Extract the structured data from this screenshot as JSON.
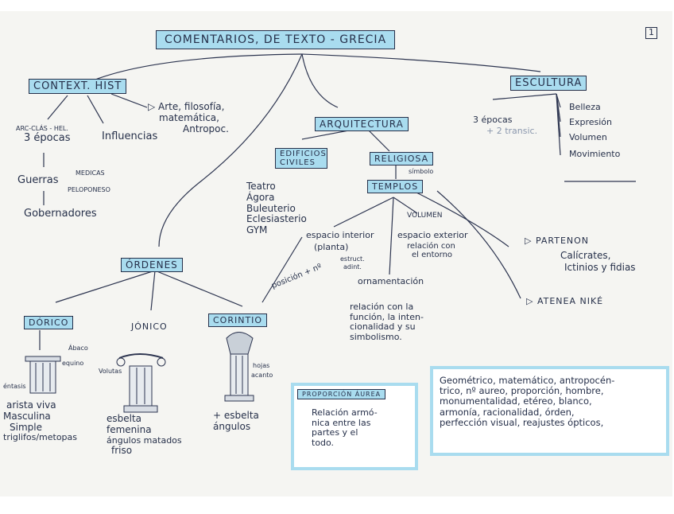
{
  "page_number": "1",
  "title": "COMENTARIOS, DE TEXTO - GRECIA",
  "context": {
    "label": "CONTEXT. HIST",
    "epochs_tag": "ARC-CLÁS - HEL.",
    "epochs": "3 épocas",
    "influences": "Influencias",
    "arts": "▷ Arte, filosofía,",
    "arts_2": "matemática,",
    "arts_3": "Antropoc.",
    "wars": "Guerras",
    "wars_medicas": "MEDICAS",
    "wars_peloponeso": "PELOPONESO",
    "rulers": "Gobernadores"
  },
  "architecture": {
    "label": "ARQUITECTURA",
    "civil": {
      "label": "EDIFICIOS CIVILES",
      "items": [
        "Teatro",
        "Ágora",
        "Buleuterio",
        "Eclesiasterio",
        "GYM"
      ]
    },
    "religious": {
      "label": "RELIGIOSA",
      "symbol": "símbolo",
      "temples": "TEMPLOS",
      "interior": "espacio interior",
      "plan": "(planta)",
      "structure": "estruct.",
      "structure_2": "adint.",
      "volume": "VOLUMEN",
      "exterior": "espacio exterior",
      "exterior_relation": "relación con",
      "exterior_relation_2": "el entorno",
      "ornament": "ornamentación",
      "ornament_text": [
        "relación con la",
        "función, la inten-",
        "cionalidad y su",
        "simbolismo."
      ],
      "position": "posición + nº"
    },
    "parthenon": {
      "label": "▷ PARTENON",
      "authors": "Calícrates,",
      "authors_2": "Ictinios y fidias"
    },
    "athena": "▷ ATENEA NIKÉ"
  },
  "orders": {
    "label": "ÓRDENES",
    "doric": {
      "label": "DÓRICO",
      "abaco": "Ábaco",
      "equino": "equino",
      "entasis": "éntasis",
      "notes": [
        "arista viva",
        "Masculina",
        "Simple",
        "triglifos/metopas"
      ]
    },
    "ionic": {
      "label": "JÓNICO",
      "volutas": "Volutas",
      "notes": [
        "esbelta",
        "femenina",
        "ángulos matados",
        "friso"
      ]
    },
    "corinthian": {
      "label": "CORINTIO",
      "leaves": "hojas",
      "leaves_2": "acanto",
      "notes": [
        "+ esbelta",
        "ángulos"
      ]
    }
  },
  "sculpture": {
    "label": "ESCULTURA",
    "epochs": "3 épocas",
    "transitions": "+ 2 transic.",
    "items": [
      "Belleza",
      "Expresión",
      "Volumen",
      "Movimiento"
    ]
  },
  "golden": {
    "label": "PROPORCIÓN ÁUREA",
    "text": [
      "Relación armó-",
      "nica entre las",
      "partes y el",
      "todo."
    ]
  },
  "summary": {
    "lines": [
      "Geométrico, matemático, antropocén-",
      "trico, nº aureo, proporción, hombre,",
      "monumentalidad, etéreo, blanco,",
      "armonía, racionalidad, órden,",
      "perfección visual, reajustes ópticos,"
    ]
  },
  "colors": {
    "highlight": "#a9dcef",
    "ink": "#26304a",
    "paper": "#f5f5f2"
  }
}
